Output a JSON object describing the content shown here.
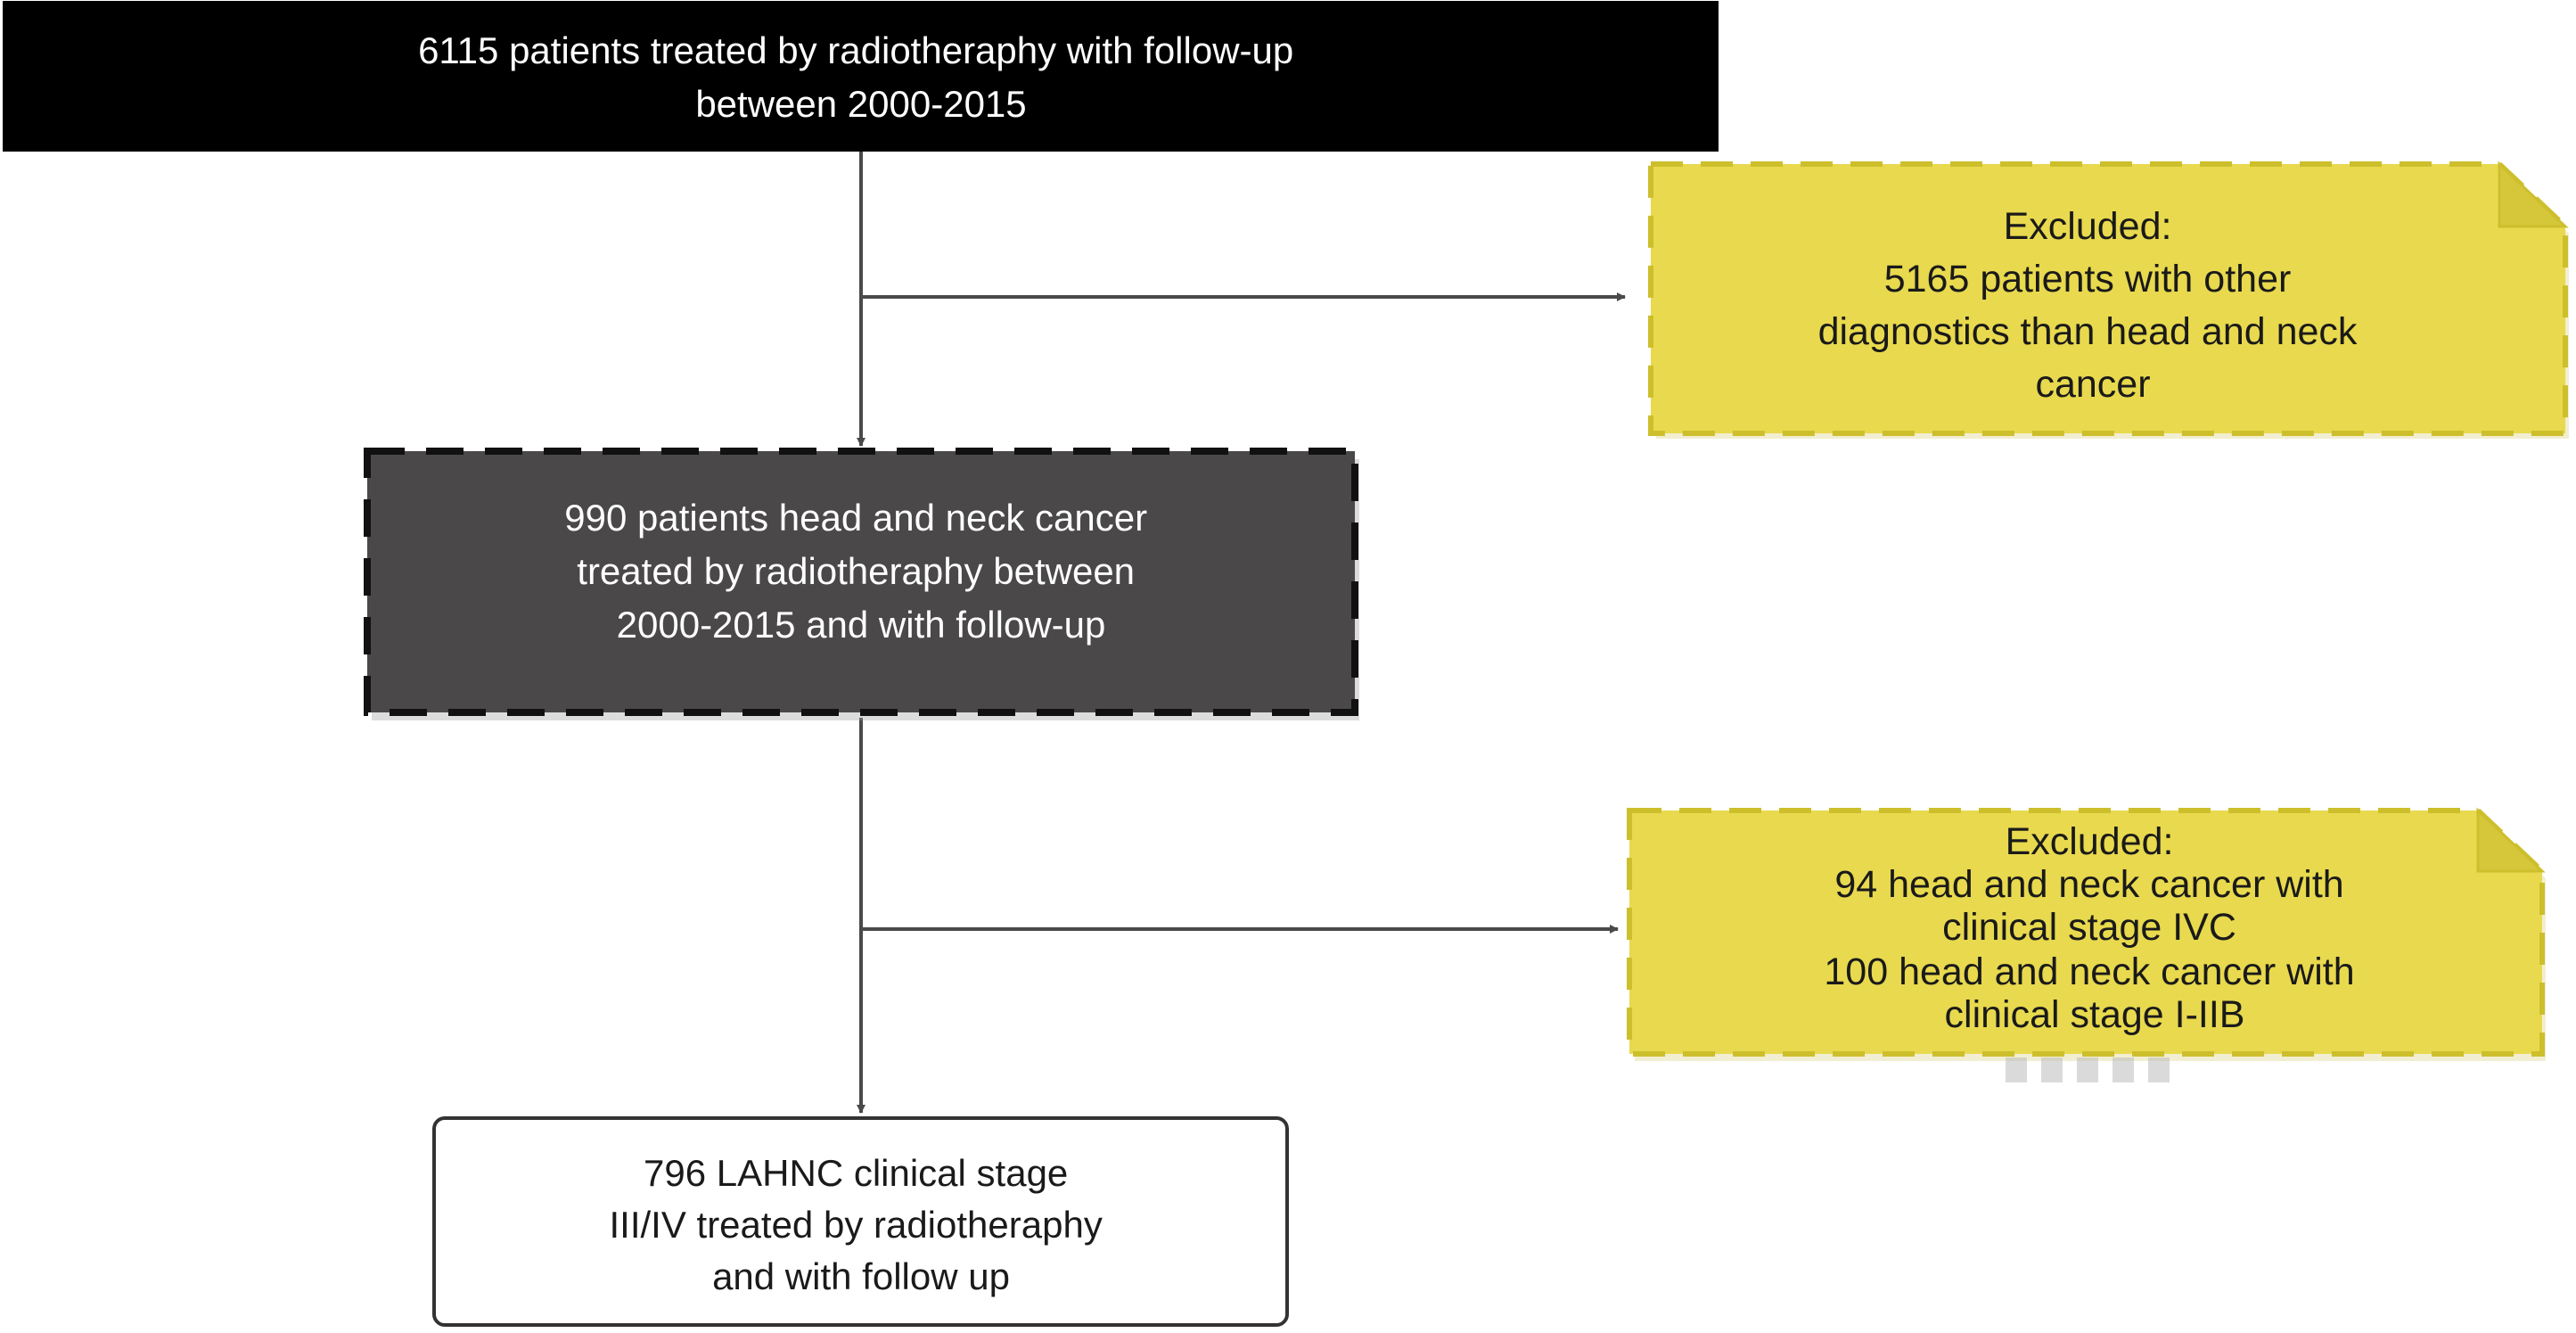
{
  "boxes": {
    "top": {
      "lines": [
        "6115 patients treated by radiotheraphy with follow-up",
        "between 2000-2015"
      ],
      "fill": "#000000",
      "text_color": "#ffffff"
    },
    "middle": {
      "lines": [
        "990 patients head and neck cancer",
        "treated by radiotheraphy  between",
        "2000-2015 and with follow-up"
      ],
      "fill": "#4a4848",
      "border": "#111111",
      "text_color": "#ffffff"
    },
    "bottom": {
      "lines": [
        "796 LAHNC clinical stage",
        "III/IV treated by radiotheraphy",
        "and with follow up"
      ],
      "fill": "#ffffff",
      "border": "#333333",
      "text_color": "#1a1a1a"
    }
  },
  "exclusions": {
    "first": {
      "lines": [
        "Excluded:",
        "5165 patients with other",
        "diagnostics than head and neck",
        "cancer"
      ],
      "fill": "#e8d94e",
      "border": "#cdbf2c"
    },
    "second": {
      "lines": [
        "Excluded:",
        "94 head and neck cancer with",
        "clinical stage IVC",
        "100 head and neck cancer with",
        "clinical stage I-IIB"
      ],
      "fill": "#e8d94e",
      "border": "#cdbf2c"
    }
  },
  "connector_color": "#4a4a4a"
}
